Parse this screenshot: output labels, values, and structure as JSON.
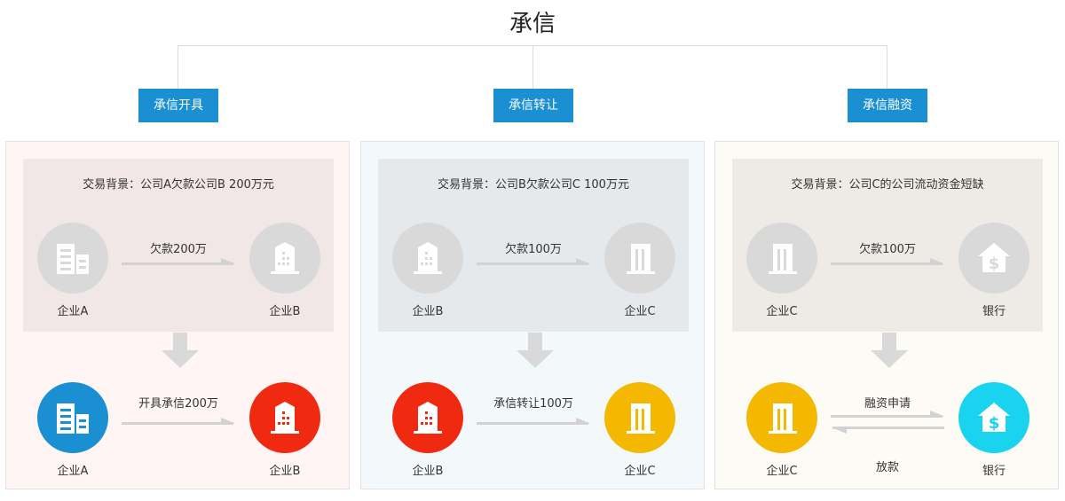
{
  "title": "承信",
  "tags": [
    "承信开具",
    "承信转让",
    "承信融资"
  ],
  "panels": [
    {
      "background": "交易背景：公司A欠款公司B 200万元",
      "top_left_label": "企业A",
      "top_right_label": "企业B",
      "top_action": "欠款200万",
      "bottom_left_label": "企业A",
      "bottom_right_label": "企业B",
      "bottom_action": "开具承信200万"
    },
    {
      "background": "交易背景：公司B欠款公司C 100万元",
      "top_left_label": "企业B",
      "top_right_label": "企业C",
      "top_action": "欠款100万",
      "bottom_left_label": "企业B",
      "bottom_right_label": "企业C",
      "bottom_action": "承信转让100万"
    },
    {
      "background": "交易背景：公司C的公司流动资金短缺",
      "top_left_label": "企业C",
      "top_right_label": "银行",
      "top_action": "欠款100万",
      "bottom_left_label": "企业C",
      "bottom_right_label": "银行",
      "bottom_action": "融资申请",
      "bottom_action_return": "放款"
    }
  ],
  "colors": {
    "tag_blue": "#1a8fd1",
    "company_a_blue": "#1a8fd1",
    "company_b_red": "#f02a10",
    "company_c_yellow": "#f5b800",
    "bank_cyan": "#1ad3ee",
    "grey_circle": "#d9d9d9"
  }
}
